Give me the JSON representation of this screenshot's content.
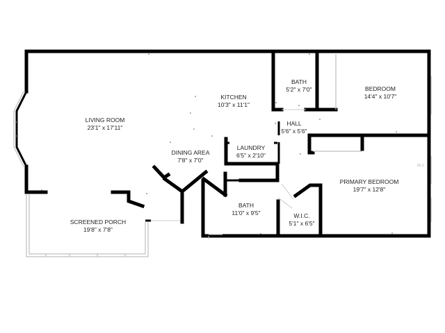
{
  "rooms": [
    {
      "name": "LIVING ROOM",
      "dims": "23'1\" x 17'11\""
    },
    {
      "name": "KITCHEN",
      "dims": "10'3\" x 11'1\""
    },
    {
      "name": "BATH",
      "dims": "5'2\" x 7'0\""
    },
    {
      "name": "BEDROOM",
      "dims": "14'4\" x 10'7\""
    },
    {
      "name": "HALL",
      "dims": "5'6\" x 5'6\""
    },
    {
      "name": "DINING AREA",
      "dims": "7'8\" x 7'0\""
    },
    {
      "name": "LAUNDRY",
      "dims": "6'5\" x 2'10\""
    },
    {
      "name": "PRIMARY BEDROOM",
      "dims": "19'7\" x 12'8\""
    },
    {
      "name": "SCREENED PORCH",
      "dims": "19'8\" x 7'8\""
    },
    {
      "name": "BATH",
      "dims": "11'0\" x 9'5\""
    },
    {
      "name": "W.I.C.",
      "dims": "5'1\" x 6'5\""
    }
  ],
  "watermark": "MLS"
}
